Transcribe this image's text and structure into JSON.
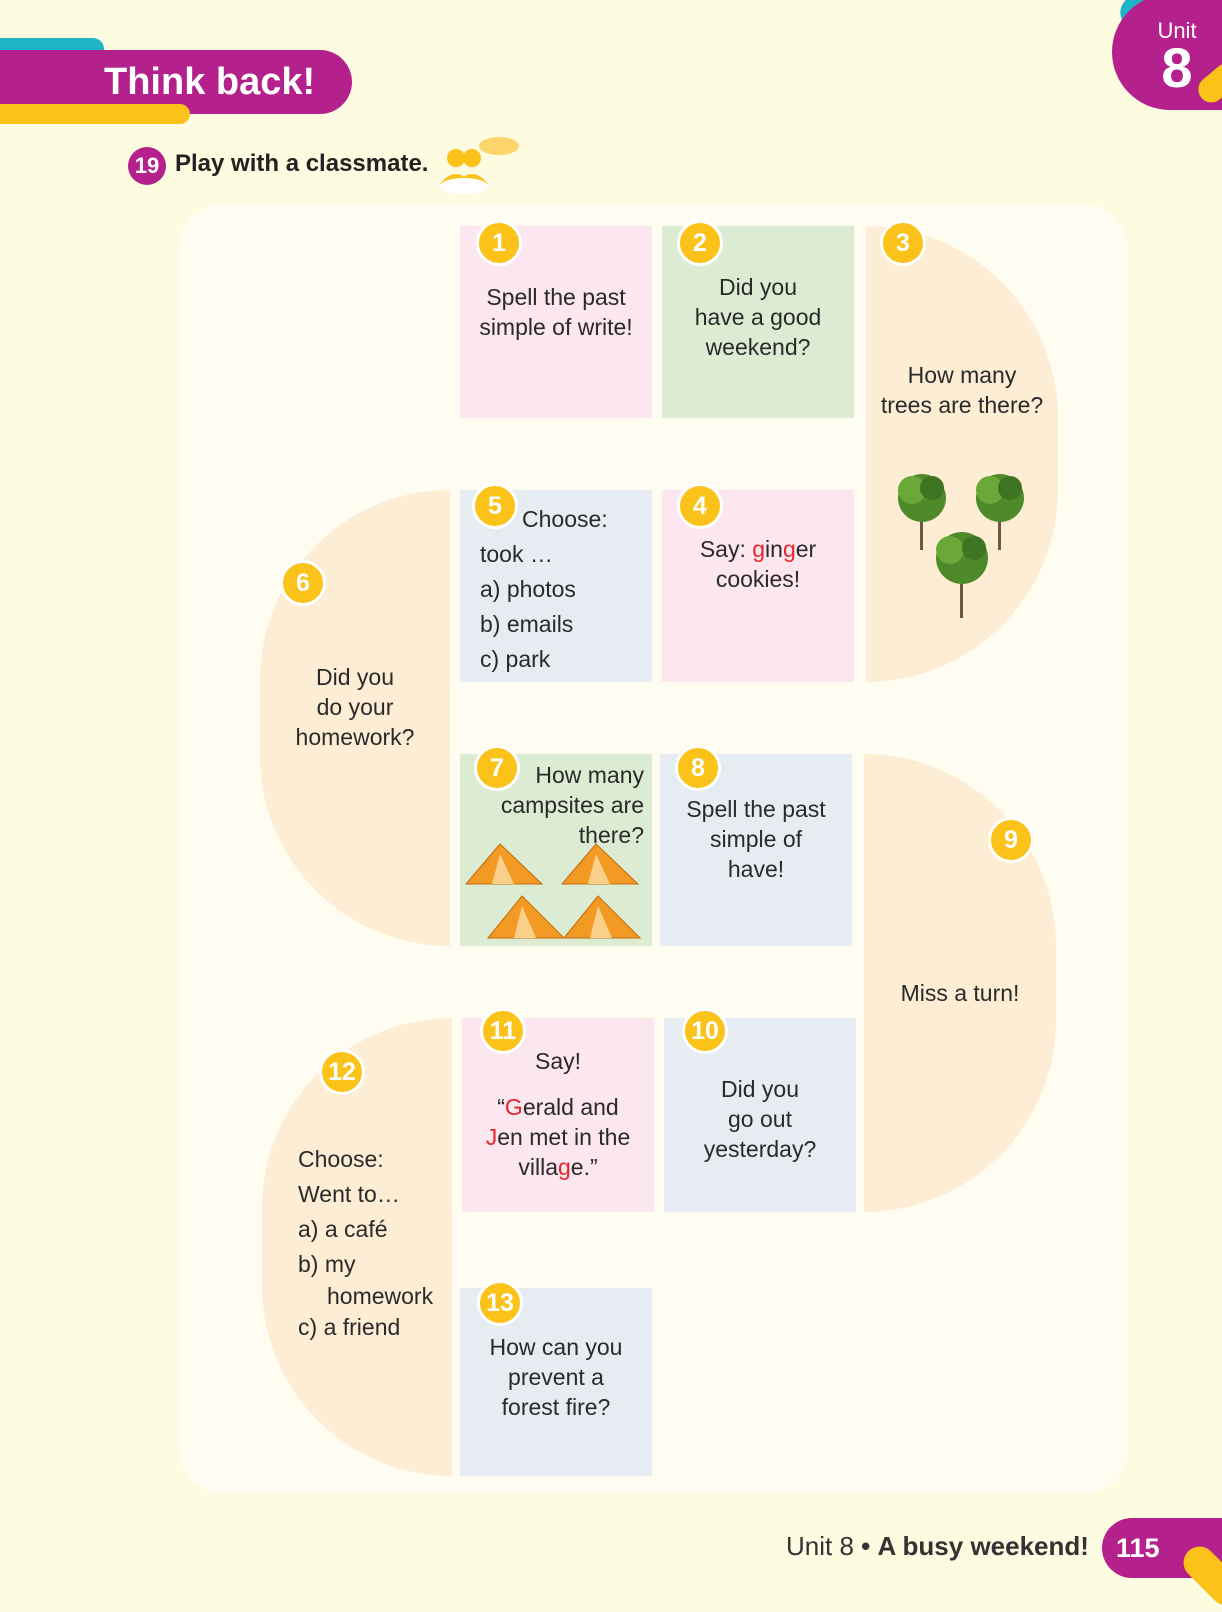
{
  "header": {
    "title": "Think back!",
    "unit_label": "Unit",
    "unit_number": "8"
  },
  "instruction": {
    "number": "19",
    "text": "Play with a classmate.",
    "icon": "pair-work-icon"
  },
  "board": {
    "squares": [
      {
        "n": "1",
        "lines": [
          "Spell the past",
          "simple of write!"
        ]
      },
      {
        "n": "2",
        "lines": [
          "Did you",
          "have a good",
          "weekend?"
        ]
      },
      {
        "n": "3",
        "lines": [
          "How many",
          "trees are there?"
        ],
        "picture": "three trees"
      },
      {
        "n": "4",
        "pre": "Say: ",
        "a": "g",
        "b": "in",
        "c": "g",
        "d": "er",
        "line2": "cookies!"
      },
      {
        "n": "5",
        "title": "Choose:",
        "lead": "took …",
        "options": [
          "a) photos",
          "b) emails",
          "c) park"
        ]
      },
      {
        "n": "6",
        "lines": [
          "Did you",
          "do your",
          "homework?"
        ]
      },
      {
        "n": "7",
        "lines": [
          "How many",
          "campsites are",
          "there?"
        ],
        "picture": "four tents"
      },
      {
        "n": "8",
        "lines": [
          "Spell the past",
          "simple of",
          "have!"
        ]
      },
      {
        "n": "9",
        "lines": [
          "Miss a turn!"
        ]
      },
      {
        "n": "10",
        "lines": [
          "Did you",
          "go out",
          "yesterday?"
        ]
      },
      {
        "n": "11",
        "say": "Say!",
        "q_open": "“",
        "G": "G",
        "t1": "erald and",
        "J": "J",
        "t2": "en met in the",
        "t3a": "villa",
        "g": "g",
        "t3b": "e.”"
      },
      {
        "n": "12",
        "title": "Choose:",
        "lead": "Went to…",
        "options": [
          {
            "k": "a)",
            "v": "a café"
          },
          {
            "k": "b)",
            "v": "my",
            "v2": "homework"
          },
          {
            "k": "c)",
            "v": "a friend"
          }
        ]
      },
      {
        "n": "13",
        "lines": [
          "How can you",
          "prevent a",
          "forest fire?"
        ]
      }
    ]
  },
  "footer": {
    "unit_text": "Unit 8",
    "bullet": "•",
    "subtitle": "A busy weekend!",
    "page": "115"
  },
  "colors": {
    "magenta": "#b5218c",
    "yellow": "#fbc21a",
    "teal": "#1fb5c9",
    "pink_square": "#fce6ef",
    "green_square": "#dcecd2",
    "blue_square": "#e7ecf2",
    "peach_square": "#fdedd4",
    "highlight_red": "#e6262a"
  }
}
